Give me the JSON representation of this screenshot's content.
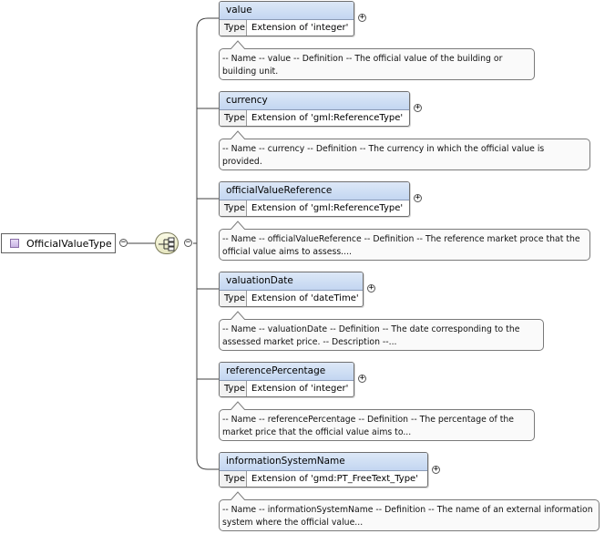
{
  "root": {
    "label": "OfficialValueType"
  },
  "type_label": "Type",
  "elements": [
    {
      "name": "value",
      "type": "Extension of 'integer'",
      "doc": "-- Name -- value -- Definition -- The official value of the building or building unit."
    },
    {
      "name": "currency",
      "type": "Extension of 'gml:ReferenceType'",
      "doc": "-- Name -- currency -- Definition -- The currency in which the official value is provided."
    },
    {
      "name": "officialValueReference",
      "type": "Extension of 'gml:ReferenceType'",
      "doc": "-- Name -- officialValueReference -- Definition -- The reference market proce that the official value aims to assess...."
    },
    {
      "name": "valuationDate",
      "type": "Extension of 'dateTime'",
      "doc": "-- Name -- valuationDate -- Definition -- The date corresponding to the assessed market price. -- Description --..."
    },
    {
      "name": "referencePercentage",
      "type": "Extension of 'integer'",
      "doc": "-- Name -- referencePercentage -- Definition -- The percentage of the market price that the official value aims to..."
    },
    {
      "name": "informationSystemName",
      "type": "Extension of 'gmd:PT_FreeText_Type'",
      "doc": "-- Name -- informationSystemName -- Definition -- The name of an external information system where the official value..."
    }
  ],
  "symbols": {
    "collapse": "−",
    "expand": "+"
  }
}
